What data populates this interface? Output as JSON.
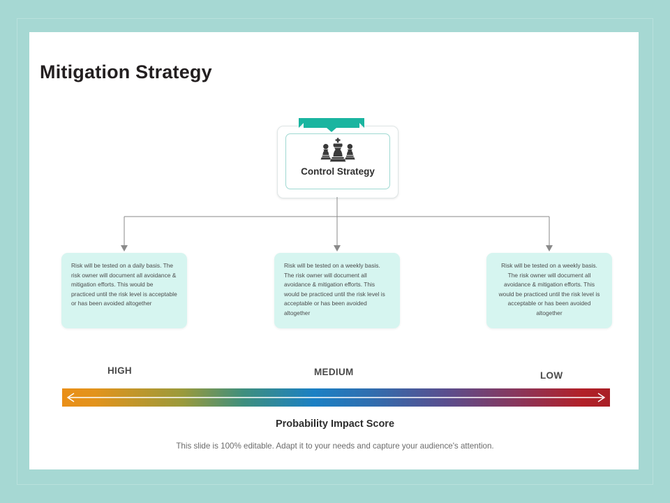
{
  "slide": {
    "title": "Mitigation Strategy",
    "accent_teal": "#1ab5a0",
    "frame_color": "#a6d8d3",
    "card_bg": "#d6f5f0"
  },
  "node": {
    "label": "Control Strategy",
    "icon": "chess-pieces-icon"
  },
  "cards": [
    {
      "text": "Risk will be tested on a daily basis. The risk owner will document all avoidance & mitigation  efforts. This would be practiced until the risk level is acceptable or has been avoided altogether"
    },
    {
      "text": "Risk will be tested on a weekly basis. The risk owner will document all avoidance & mitigation  efforts. This would be practiced until the risk level is acceptable or has been avoided altogether"
    },
    {
      "text": "Risk will be tested on a weekly basis. The risk owner will document all avoidance & mitigation  efforts. This would be practiced until the risk level is acceptable or has been avoided altogether"
    }
  ],
  "scale": {
    "labels": [
      "HIGH",
      "MEDIUM",
      "LOW"
    ],
    "caption": "Probability Impact Score",
    "gradient_stops": [
      "#ea8f18",
      "#9a9a3c",
      "#3f8f7d",
      "#1b80c4",
      "#5a4e8e",
      "#8c3558",
      "#b22028"
    ]
  },
  "footer": {
    "note": "This slide is 100% editable. Adapt it to your needs and capture your audience's attention."
  }
}
